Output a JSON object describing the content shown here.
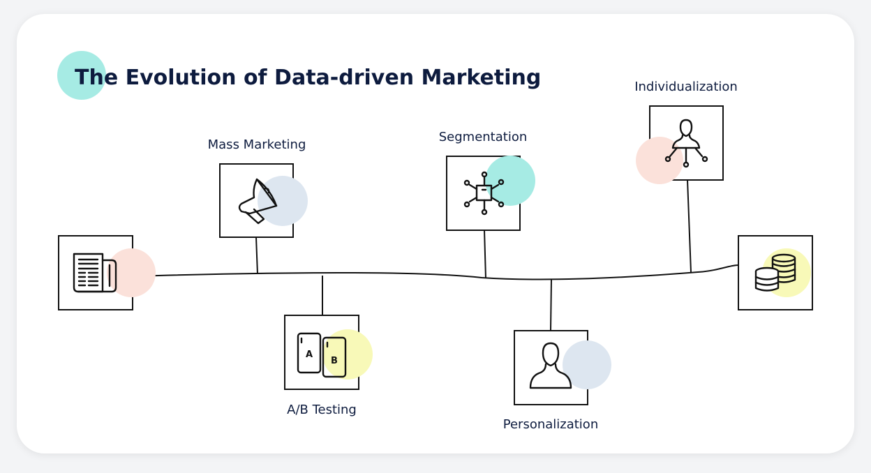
{
  "title": "The Evolution of Data-driven Marketing",
  "stages": [
    {
      "label": "",
      "icon": "newspaper-icon"
    },
    {
      "label": "Mass Marketing",
      "icon": "megaphone-icon"
    },
    {
      "label": "A/B Testing",
      "icon": "ab-test-phones-icon",
      "variant_a": "A",
      "variant_b": "B"
    },
    {
      "label": "Segmentation",
      "icon": "network-node-icon"
    },
    {
      "label": "Personalization",
      "icon": "person-icon"
    },
    {
      "label": "Individualization",
      "icon": "person-network-icon"
    },
    {
      "label": "",
      "icon": "coins-stack-icon"
    }
  ],
  "colors": {
    "text": "#0d1b3e",
    "teal": "#a6ebe4",
    "pink": "#fbe1da",
    "blue": "#dde6f0",
    "yellow": "#f8f9b8"
  }
}
